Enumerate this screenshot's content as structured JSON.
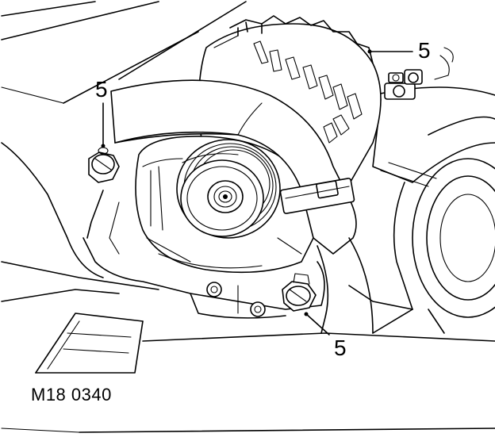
{
  "callouts": {
    "top_right": "5",
    "upper_left": "5",
    "lower_center": "5"
  },
  "figure_reference": "M18 0340"
}
